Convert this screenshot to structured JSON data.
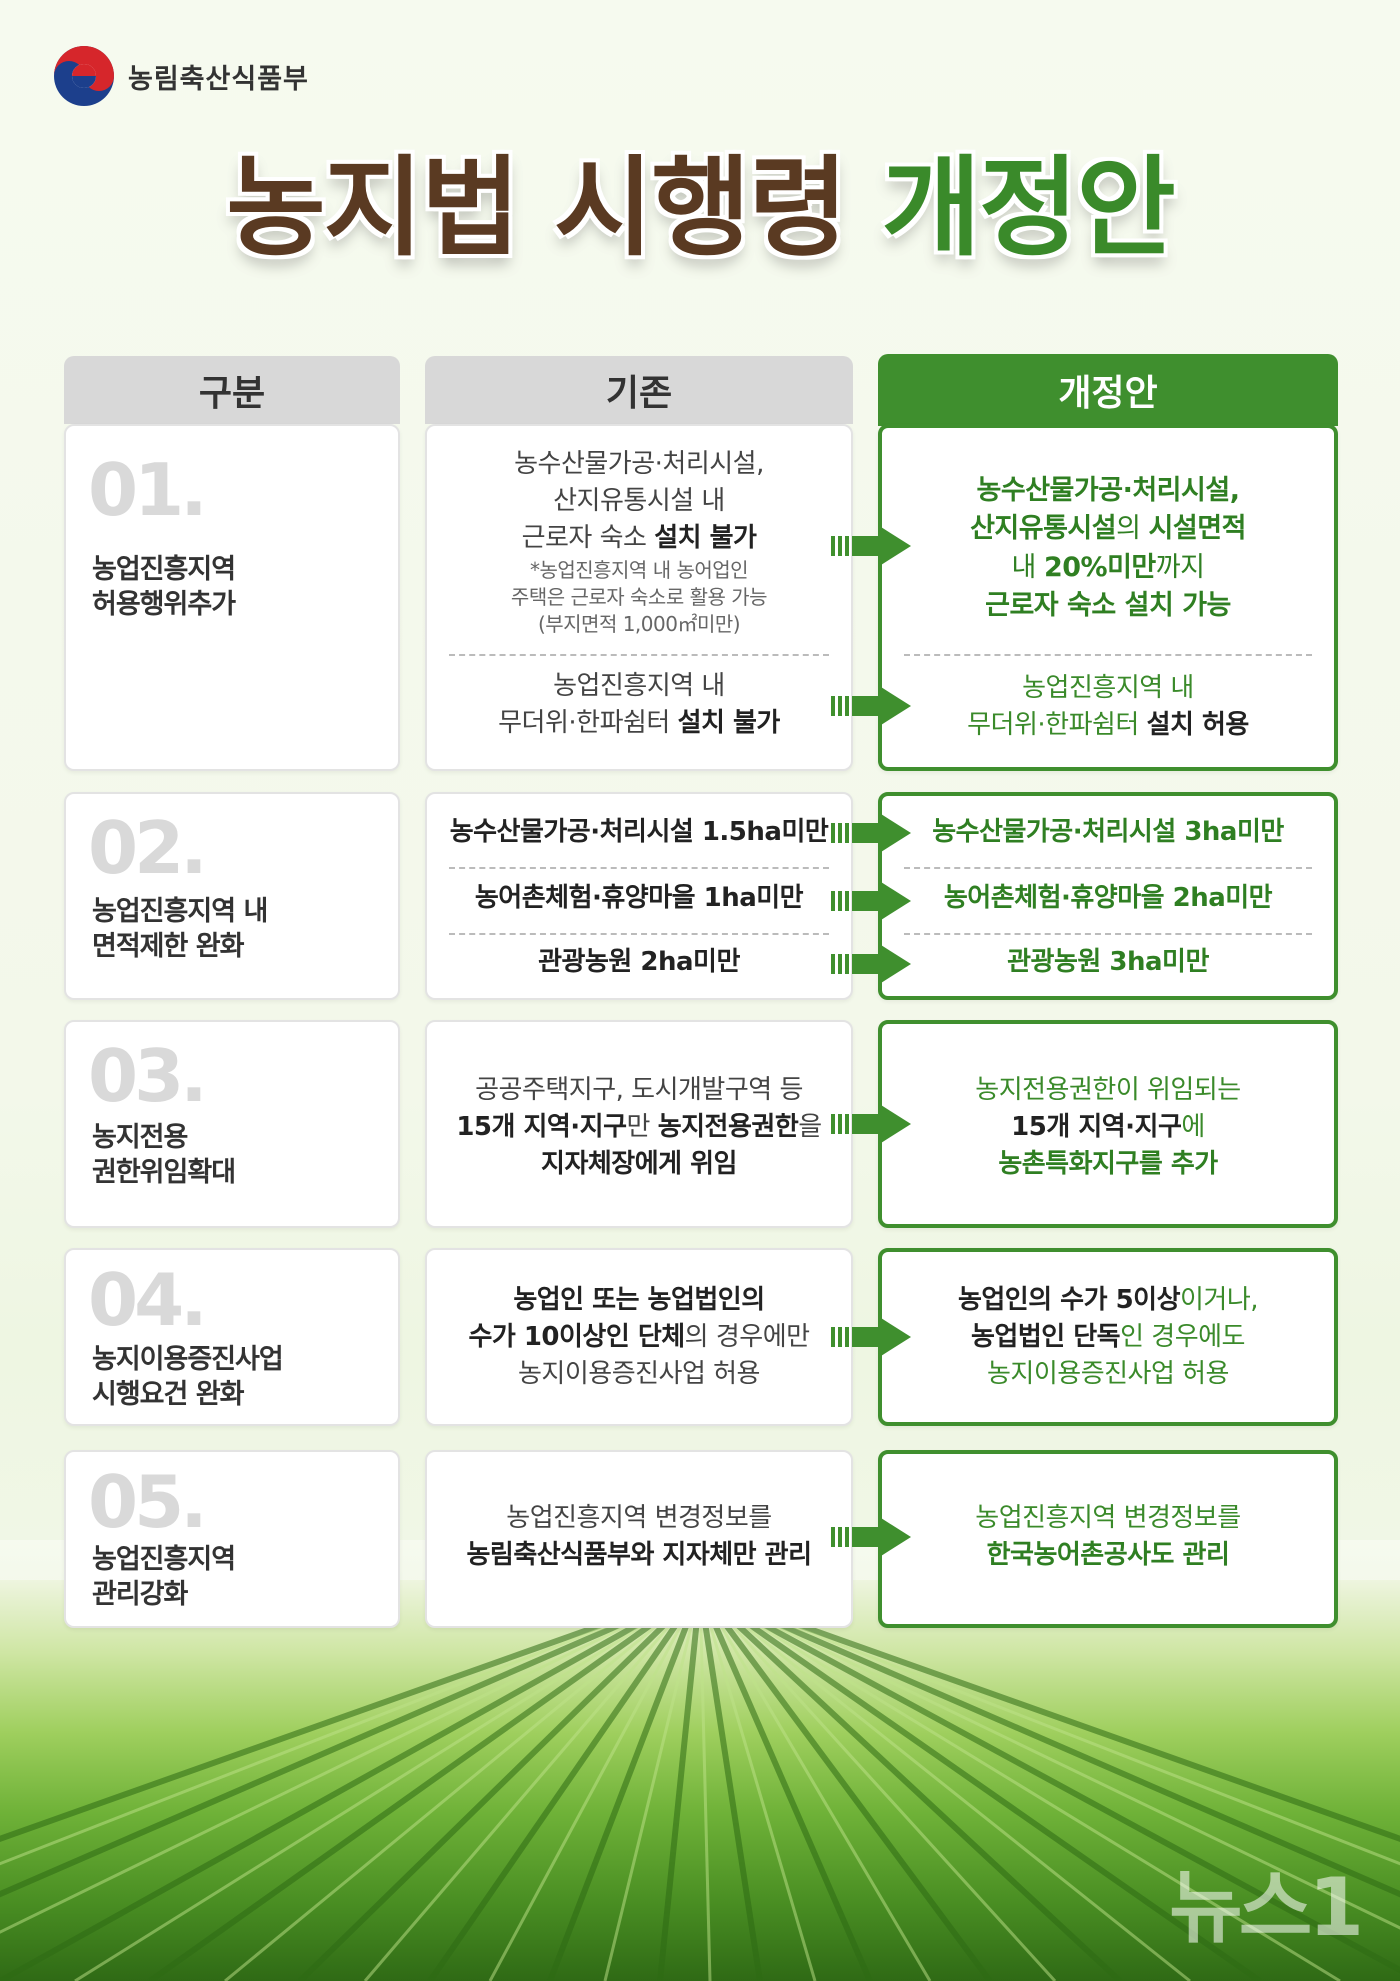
{
  "org": {
    "name": "농림축산식품부"
  },
  "title": {
    "part1": "농지법 시행령",
    "part2": "개정안"
  },
  "columns": {
    "category": "구분",
    "before": "기존",
    "after": "개정안"
  },
  "rows": [
    {
      "num": "01.",
      "category_line1": "농업진흥지역",
      "category_line2": "허용행위추가",
      "before_a_line1": "농수산물가공·처리시설,",
      "before_a_line2": "산지유통시설 내",
      "before_a_line3_plain": "근로자 숙소 ",
      "before_a_line3_bold": "설치 불가",
      "before_a_note1": "*농업진흥지역 내 농어업인",
      "before_a_note2": "주택은 근로자 숙소로 활용 가능",
      "before_a_note3": "(부지면적 1,000㎡미만)",
      "before_b_line1": "농업진흥지역 내",
      "before_b_line2_plain": "무더위·한파쉼터 ",
      "before_b_line2_bold": "설치 불가",
      "after_a_line1": "농수산물가공·처리시설,",
      "after_a_line2_bold": "산지유통시설",
      "after_a_line2_plain": "의 ",
      "after_a_line2_bold2": "시설면적",
      "after_a_line3_plain1": "내 ",
      "after_a_line3_bold": "20%미만",
      "after_a_line3_plain2": "까지",
      "after_a_line4": "근로자 숙소 설치 가능",
      "after_b_line1": "농업진흥지역 내",
      "after_b_line2_plain": "무더위·한파쉼터 ",
      "after_b_line2_bold": "설치 허용"
    },
    {
      "num": "02.",
      "category_line1": "농업진흥지역 내",
      "category_line2": "면적제한 완화",
      "before": [
        "농수산물가공·처리시설 1.5ha미만",
        "농어촌체험·휴양마을 1ha미만",
        "관광농원 2ha미만"
      ],
      "after": [
        "농수산물가공·처리시설 3ha미만",
        "농어촌체험·휴양마을 2ha미만",
        "관광농원 3ha미만"
      ]
    },
    {
      "num": "03.",
      "category_line1": "농지전용",
      "category_line2": "권한위임확대",
      "before_line1": "공공주택지구, 도시개발구역 등",
      "before_line2_bold1": "15개 지역·지구",
      "before_line2_plain": "만 ",
      "before_line2_bold2": "농지전용권한",
      "before_line2_plain2": "을",
      "before_line3": "지자체장에게 위임",
      "after_line1": "농지전용권한이 위임되는",
      "after_line2_bold": "15개 지역·지구",
      "after_line2_plain": "에",
      "after_line3": "농촌특화지구를 추가"
    },
    {
      "num": "04.",
      "category_line1": "농지이용증진사업",
      "category_line2": "시행요건 완화",
      "before_line1": "농업인 또는 농업법인의",
      "before_line2_bold": "수가 10이상인 단체",
      "before_line2_plain": "의 경우에만",
      "before_line3": "농지이용증진사업 허용",
      "after_line1_bold": "농업인의 수가 5이상",
      "after_line1_plain": "이거나,",
      "after_line2_bold": "농업법인 단독",
      "after_line2_plain": "인 경우에도",
      "after_line3": "농지이용증진사업 허용"
    },
    {
      "num": "05.",
      "category_line1": "농업진흥지역",
      "category_line2": "관리강화",
      "before_line1": "농업진흥지역 변경정보를",
      "before_line2": "농림축산식품부와 지자체만 관리",
      "after_line1": "농업진흥지역 변경정보를",
      "after_line2": "한국농어촌공사도 관리"
    }
  ],
  "watermark": "뉴스1",
  "colors": {
    "brown": "#5a3a22",
    "green": "#3f8f2e",
    "header_gray": "#d8d8d8"
  }
}
